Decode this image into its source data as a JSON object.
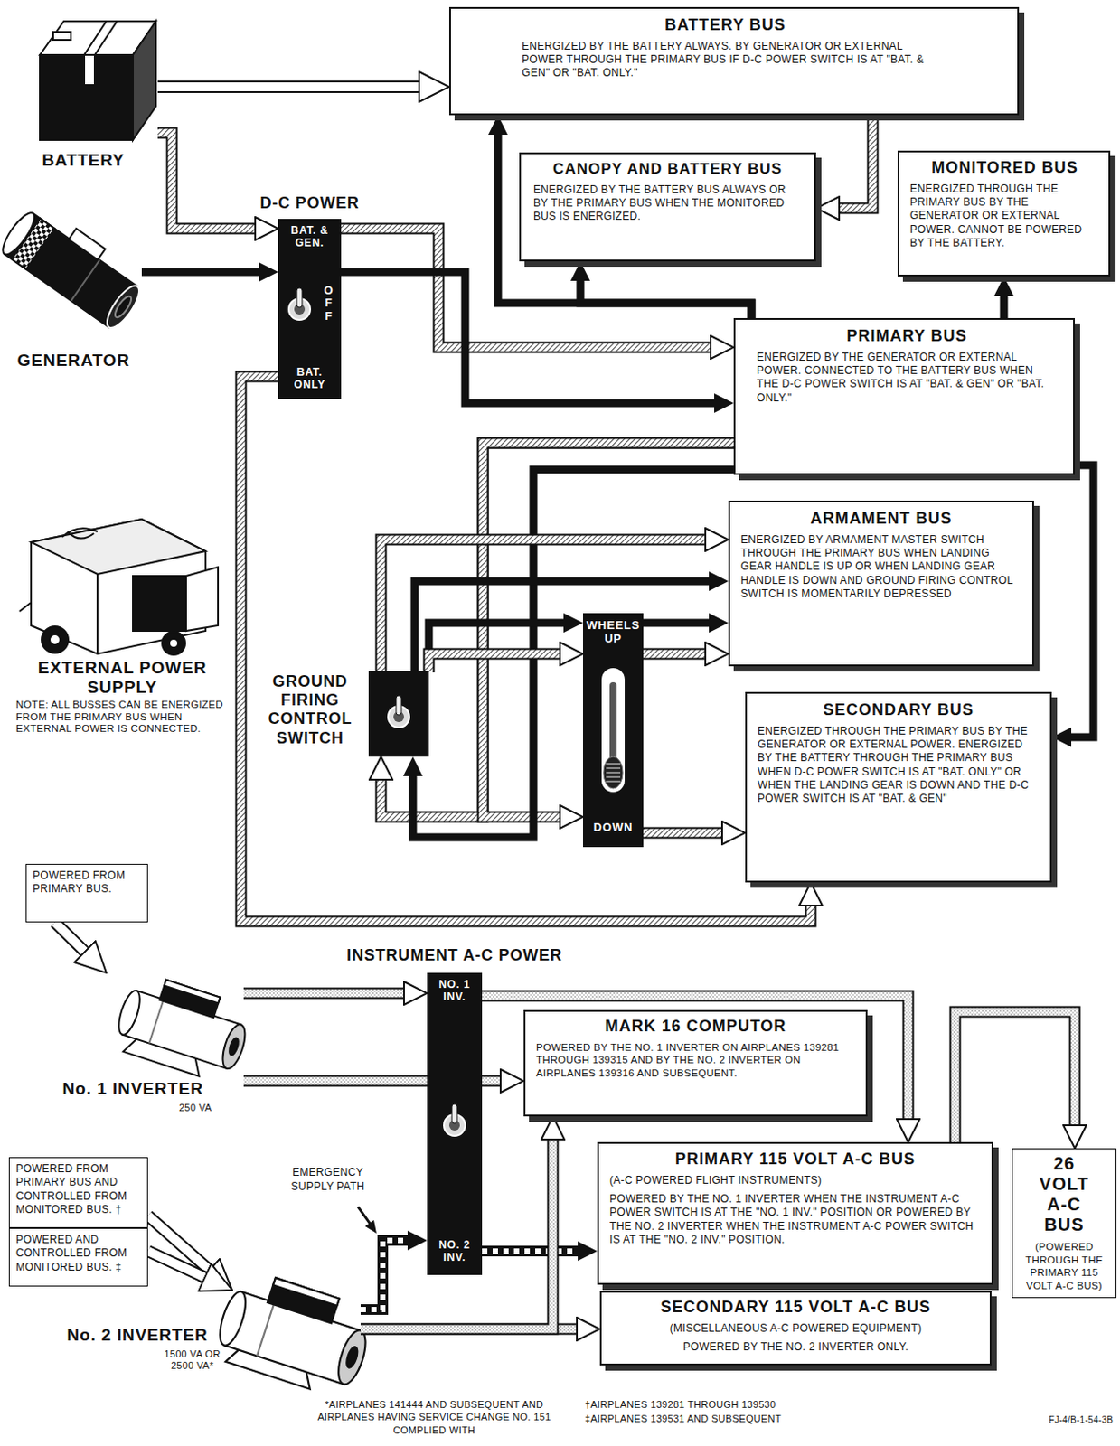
{
  "diagram": {
    "nodes": [
      {
        "text": [
          "BATTERY"
        ]
      },
      {
        "text": [
          "BATTERY BUS",
          "ENERGIZED BY THE BATTERY ALWAYS. BY GENERATOR OR EXTERNAL POWER THROUGH THE PRIMARY BUS IF D-C POWER SWITCH IS AT \"BAT. & GEN\" OR \"BAT. ONLY.\""
        ]
      },
      {
        "text": [
          "CANOPY AND BATTERY BUS",
          "ENERGIZED BY THE BATTERY BUS ALWAYS OR BY THE PRIMARY BUS WHEN THE MONITORED BUS IS ENERGIZED."
        ]
      },
      {
        "text": [
          "MONITORED BUS",
          "ENERGIZED THROUGH THE PRIMARY BUS BY THE GENERATOR OR EXTERNAL POWER. CANNOT BE POWERED BY THE BATTERY."
        ]
      },
      {
        "text": [
          "D-C POWER",
          "BAT. & GEN.",
          "OFF",
          "BAT. ONLY"
        ]
      },
      {
        "text": [
          "GENERATOR"
        ]
      },
      {
        "text": [
          "PRIMARY BUS",
          "ENERGIZED BY THE GENERATOR OR EXTERNAL POWER. CONNECTED TO THE BATTERY BUS WHEN THE D-C POWER SWITCH IS AT \"BAT. & GEN\" OR \"BAT. ONLY.\""
        ]
      },
      {
        "text": [
          "EXTERNAL POWER SUPPLY",
          "NOTE: ALL BUSSES CAN BE ENERGIZED FROM THE PRIMARY BUS WHEN EXTERNAL POWER IS CONNECTED."
        ]
      },
      {
        "text": [
          "ARMAMENT BUS",
          "ENERGIZED BY ARMAMENT MASTER SWITCH THROUGH THE PRIMARY BUS WHEN LANDING GEAR HANDLE IS UP OR WHEN LANDING GEAR HANDLE IS DOWN AND GROUND FIRING CONTROL SWITCH IS MOMENTARILY DEPRESSED"
        ]
      },
      {
        "text": [
          "GROUND FIRING CONTROL SWITCH"
        ]
      },
      {
        "text": [
          "WHEELS UP",
          "DOWN"
        ]
      },
      {
        "text": [
          "SECONDARY BUS",
          "ENERGIZED THROUGH THE PRIMARY BUS BY THE GENERATOR OR EXTERNAL POWER. ENERGIZED BY THE BATTERY THROUGH THE PRIMARY BUS WHEN D-C POWER SWITCH IS AT \"BAT. ONLY\" OR WHEN THE LANDING GEAR IS DOWN AND THE D-C POWER SWITCH IS AT \"BAT. & GEN\""
        ]
      },
      {
        "text": [
          "POWERED FROM PRIMARY BUS."
        ]
      },
      {
        "text": [
          "INSTRUMENT A-C POWER",
          "NO. 1 INV.",
          "NO. 2 INV."
        ]
      },
      {
        "text": [
          "No. 1 INVERTER",
          "250 VA"
        ]
      },
      {
        "text": [
          "MARK 16 COMPUTOR",
          "POWERED BY THE NO. 1 INVERTER ON AIRPLANES 139281 THROUGH 139315 AND BY THE NO. 2 INVERTER ON AIRPLANES 139316 AND SUBSEQUENT."
        ]
      },
      {
        "text": [
          "PRIMARY 115 VOLT A-C BUS",
          "(A-C POWERED FLIGHT INSTRUMENTS)",
          "POWERED BY THE NO. 1 INVERTER WHEN THE INSTRUMENT A-C POWER SWITCH IS AT THE \"NO. 1 INV.\" POSITION OR POWERED BY THE NO. 2 INVERTER WHEN THE INSTRUMENT A-C POWER SWITCH IS AT THE \"NO. 2 INV.\" POSITION."
        ]
      },
      {
        "text": [
          "26 VOLT A-C BUS",
          "(POWERED THROUGH THE PRIMARY 115 VOLT A-C BUS)"
        ]
      },
      {
        "text": [
          "POWERED FROM PRIMARY BUS AND CONTROLLED FROM MONITORED BUS. †"
        ]
      },
      {
        "text": [
          "POWERED AND CONTROLLED FROM MONITORED BUS. ‡"
        ]
      },
      {
        "text": [
          "No. 2 INVERTER",
          "1500 VA OR 2500 VA*"
        ]
      },
      {
        "text": [
          "SECONDARY 115 VOLT A-C BUS",
          "(MISCELLANEOUS A-C POWERED EQUIPMENT)",
          "POWERED BY THE NO. 2 INVERTER ONLY."
        ]
      }
    ],
    "edges": [
      {
        "from": 0,
        "to": 1,
        "arrow": "to"
      },
      {
        "from": 0,
        "to": 4,
        "arrow": "to"
      },
      {
        "from": 5,
        "to": 4,
        "arrow": "to"
      },
      {
        "from": 1,
        "to": 2,
        "arrow": "to"
      },
      {
        "from": 6,
        "to": 1,
        "arrow": "to"
      },
      {
        "from": 6,
        "to": 2,
        "arrow": "to"
      },
      {
        "from": 6,
        "to": 3,
        "arrow": "to"
      },
      {
        "from": 4,
        "to": 6,
        "arrow": "to"
      },
      {
        "from": 4,
        "to": 6,
        "arrow": "to"
      },
      {
        "from": 4,
        "to": 11,
        "arrow": "to"
      },
      {
        "from": 6,
        "to": 11,
        "arrow": "to"
      },
      {
        "from": 6,
        "to": 9,
        "arrow": "to"
      },
      {
        "from": 6,
        "to": 10,
        "arrow": "to"
      },
      {
        "from": 6,
        "to": 9,
        "arrow": "to"
      },
      {
        "from": 9,
        "to": 8,
        "arrow": "to"
      },
      {
        "from": 9,
        "to": 8,
        "arrow": "to"
      },
      {
        "from": 9,
        "to": 10,
        "arrow": "to"
      },
      {
        "from": 10,
        "to": 8,
        "arrow": "to"
      },
      {
        "from": 9,
        "to": 10,
        "arrow": "to"
      },
      {
        "from": 10,
        "to": 8,
        "arrow": "to"
      },
      {
        "from": 10,
        "to": 11,
        "arrow": "to"
      },
      {
        "from": 12,
        "to": 14,
        "arrow": "to"
      },
      {
        "from": 14,
        "to": 13,
        "arrow": "to"
      },
      {
        "from": 14,
        "to": 15,
        "arrow": "to"
      },
      {
        "from": 13,
        "to": 16,
        "arrow": "to"
      },
      {
        "from": 16,
        "to": 17,
        "arrow": "to"
      },
      {
        "from": 18,
        "to": 20,
        "arrow": "to"
      },
      {
        "from": 19,
        "to": 20,
        "arrow": "to"
      },
      {
        "from": 20,
        "to": 13,
        "arrow": "to"
      },
      {
        "from": 13,
        "to": 16,
        "arrow": "to"
      },
      {
        "from": 20,
        "to": 21,
        "arrow": "to"
      },
      {
        "from": 20,
        "to": 15,
        "arrow": "to"
      }
    ],
    "labels": [
      "EMERGENCY SUPPLY PATH",
      "*AIRPLANES 141444 AND SUBSEQUENT AND AIRPLANES HAVING SERVICE CHANGE NO. 151 COMPLIED WITH",
      "†AIRPLANES 139281 THROUGH 139530",
      "‡AIRPLANES 139531 AND SUBSEQUENT",
      "FJ-4/B-1-54-3B"
    ]
  }
}
